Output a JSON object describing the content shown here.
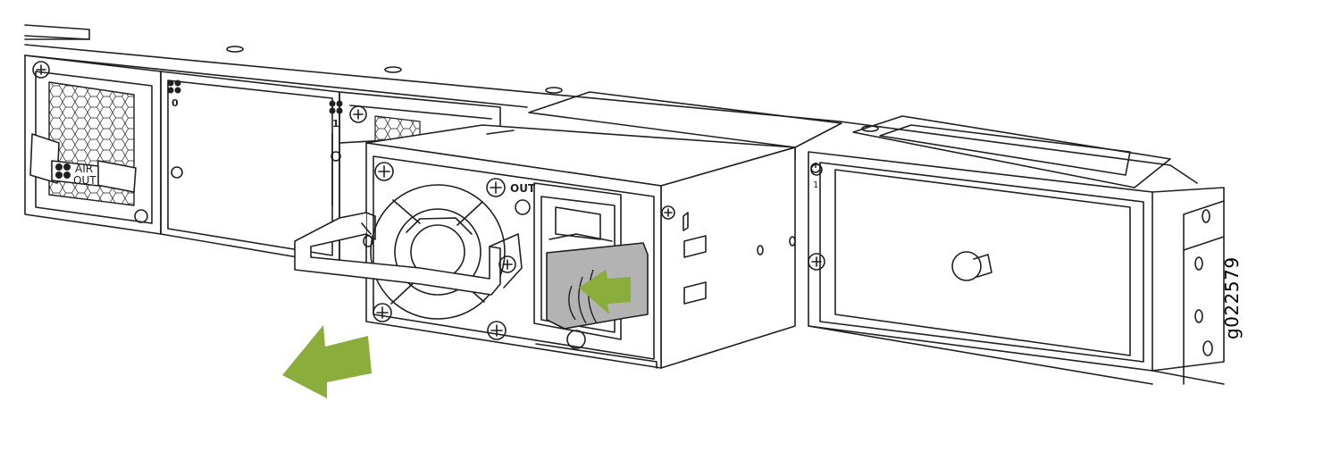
{
  "figure_id": "g022579",
  "labels": {
    "fan_slot_0": "0",
    "fan_slot_1": "1",
    "psu_slot_1": "1",
    "air_line1": "AIR",
    "air_line2": "OUT",
    "psu_out_label": "OUT"
  },
  "colors": {
    "accent_arrow": "#8aad3b",
    "latch_gray": "#b3b3b3",
    "line": "#231f20"
  },
  "icons": [
    "fan-icon",
    "power-symbol-icon",
    "screw-icon",
    "arrow-icon"
  ]
}
